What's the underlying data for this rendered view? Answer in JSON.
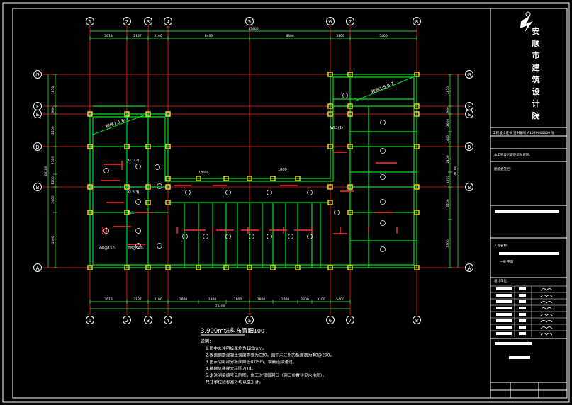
{
  "title_block": {
    "institute_chars": [
      "安",
      "顺",
      "市",
      "建",
      "筑",
      "设",
      "计",
      "院"
    ],
    "cert_line": "工程设计证书  证书编号  A1520000000  号"
  },
  "grid_axes": {
    "columns": [
      "1",
      "2",
      "3",
      "4",
      "5",
      "6",
      "7",
      "8"
    ],
    "rows": [
      "G",
      "F",
      "E",
      "D",
      "B",
      "A"
    ]
  },
  "dimensions": {
    "top": [
      "3613",
      "2187",
      "3100",
      "8400",
      "8400",
      "3100",
      "5400"
    ],
    "top_total": "33400",
    "bottom": [
      "3613",
      "2187",
      "3100",
      "2800",
      "2800",
      "2800",
      "2800",
      "2800",
      "2800",
      "3100",
      "5400"
    ],
    "bottom_total": "33400",
    "left": [
      "1850",
      "900",
      "2200",
      "2500",
      "1200",
      "2400",
      "4500"
    ],
    "left_total": "20100",
    "right": [
      "1850",
      "900",
      "1600",
      "1400",
      "2100",
      "1200",
      "2200",
      "3300"
    ],
    "right_total": "20100"
  },
  "drawing": {
    "title": "3.900m结构布置图",
    "scale": "1:100",
    "notes_heading": "说明：",
    "notes": [
      "1.图中未注明板厚均为120mm。",
      "2.板面钢筋混凝土强度等级为C30，图中未注明的板面筋为Φ8@200。",
      "3.图示阴影部分板面降低0.05m，钢筋连续通过。",
      "4.楼梯见楼梯大样图2/14。",
      "5.未注明梁编号见附图，施工时预留洞口（洞口位置详见水电图）。",
      "  尺寸单位除标高外均以毫米计。"
    ]
  },
  "plan_labels": {
    "beams": [
      "KL1(2)",
      "KL2(3)",
      "TL1",
      "WL1(1)",
      "Φ8@150",
      "Φ8@200"
    ],
    "stair": "楼梯1:5 B:7",
    "opening": "1800"
  },
  "colors": {
    "grid": "#ff2020",
    "wall": "#00e020",
    "column": "#e8d020",
    "dims": "#40ff40",
    "frame": "#ffffff",
    "text": "#ffffff",
    "accent": "#ff3030"
  }
}
